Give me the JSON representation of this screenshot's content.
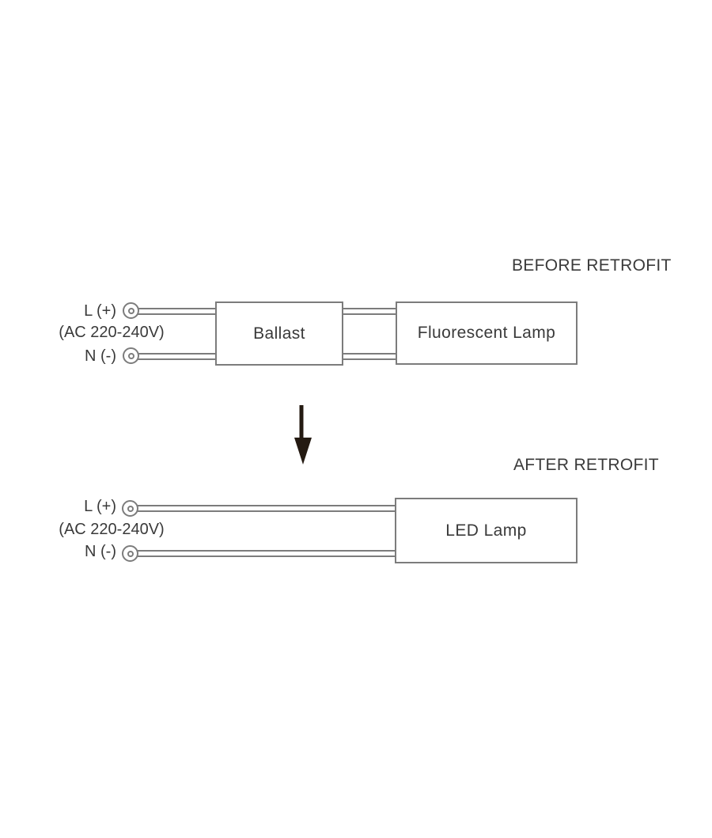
{
  "colors": {
    "background": "#ffffff",
    "stroke": "#7c7c7c",
    "text": "#3a3a3a",
    "arrow": "#241a12"
  },
  "before": {
    "heading": "BEFORE RETROFIT",
    "line_label": "L (+)",
    "supply_label": "(AC 220-240V)",
    "neutral_label": "N (-)",
    "ballast_label": "Ballast",
    "lamp_label": "Fluorescent Lamp"
  },
  "after": {
    "heading": "AFTER RETROFIT",
    "line_label": "L (+)",
    "supply_label": "(AC 220-240V)",
    "neutral_label": "N (-)",
    "lamp_label": "LED Lamp"
  },
  "icons": {
    "arrow": "down-arrow-icon",
    "terminal": "wire-terminal-icon"
  }
}
